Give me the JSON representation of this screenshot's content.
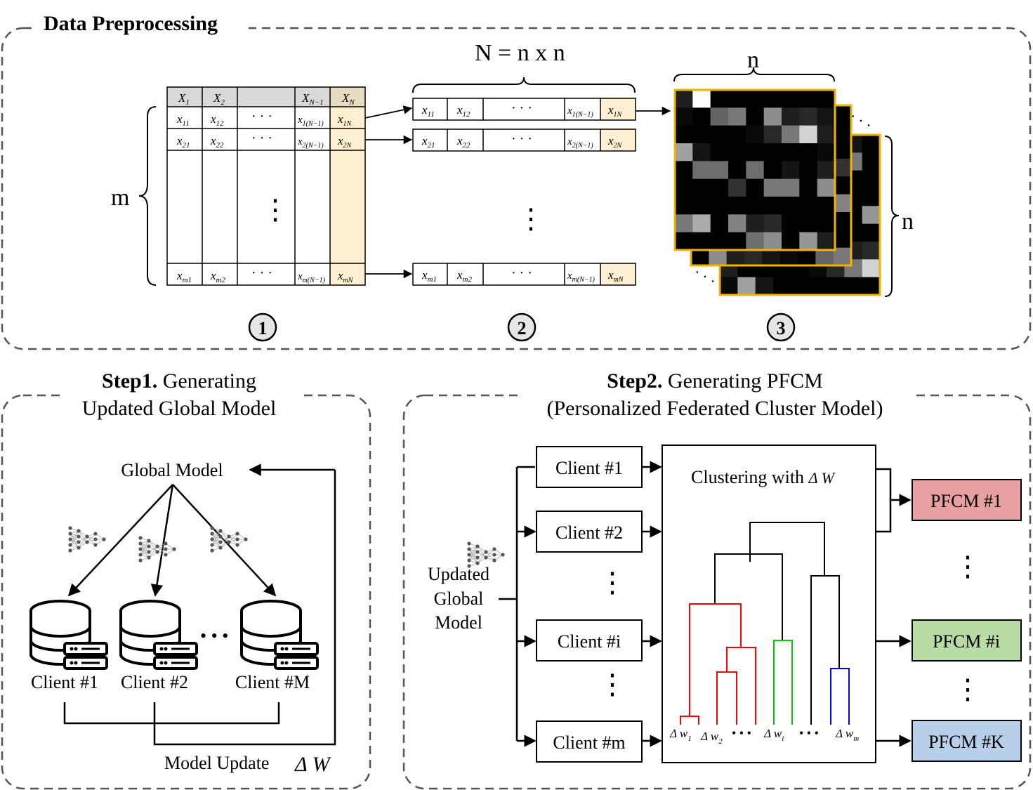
{
  "preprocessing": {
    "title": "Data Preprocessing",
    "formula": "N = n x n",
    "m_label": "m",
    "n_label_top": "n",
    "n_label_side": "n",
    "step_numbers": [
      "1",
      "2",
      "3"
    ],
    "ellipsis_h": "· · ·",
    "ellipsis_v": "⋮",
    "table_headers": [
      {
        "base": "X",
        "sub": "1"
      },
      {
        "base": "X",
        "sub": "2"
      },
      {
        "base": "",
        "sub": ""
      },
      {
        "base": "X",
        "sub": "N−1"
      },
      {
        "base": "X",
        "sub": "N"
      }
    ],
    "rows": [
      [
        {
          "base": "x",
          "sub": "11"
        },
        {
          "base": "x",
          "sub": "12"
        },
        {
          "base": "x",
          "sub": "1(N−1)"
        },
        {
          "base": "x",
          "sub": "1N"
        }
      ],
      [
        {
          "base": "x",
          "sub": "21"
        },
        {
          "base": "x",
          "sub": "22"
        },
        {
          "base": "x",
          "sub": "2(N−1)"
        },
        {
          "base": "x",
          "sub": "2N"
        }
      ],
      [
        {
          "base": "x",
          "sub": "m1"
        },
        {
          "base": "x",
          "sub": "m2"
        },
        {
          "base": "x",
          "sub": "m(N−1)"
        },
        {
          "base": "x",
          "sub": "mN"
        }
      ]
    ],
    "colors": {
      "header_gray": "#d9d9d9",
      "header_tan": "#e6dcc2",
      "highlight": "#fdf0d2",
      "matrix_border": "#f0b400"
    },
    "matrix_gray_levels": [
      [
        30,
        255,
        0,
        0,
        0,
        0,
        0,
        0,
        0
      ],
      [
        10,
        0,
        100,
        120,
        0,
        140,
        30,
        40,
        20
      ],
      [
        0,
        0,
        0,
        0,
        10,
        40,
        120,
        210,
        30
      ],
      [
        160,
        20,
        0,
        0,
        0,
        0,
        0,
        0,
        10
      ],
      [
        0,
        110,
        110,
        0,
        110,
        0,
        20,
        0,
        30
      ],
      [
        0,
        0,
        0,
        50,
        0,
        120,
        120,
        0,
        140
      ],
      [
        0,
        0,
        0,
        0,
        0,
        0,
        0,
        0,
        0
      ],
      [
        120,
        170,
        0,
        130,
        30,
        40,
        0,
        0,
        0
      ],
      [
        0,
        0,
        0,
        0,
        110,
        140,
        0,
        150,
        30
      ]
    ]
  },
  "step1": {
    "title_bold": "Step1.",
    "title_rest": "Generating",
    "title_line2": "Updated Global Model",
    "global_model": "Global Model",
    "clients": [
      "Client #1",
      "Client #2",
      "Client #M"
    ],
    "dots": "• • •",
    "model_update": "Model Update",
    "delta_w": "Δ W"
  },
  "step2": {
    "title_bold": "Step2.",
    "title_rest": "Generating PFCM",
    "title_line2": "(Personalized Federated Cluster Model)",
    "updated_global_model": [
      "Updated",
      "Global",
      "Model"
    ],
    "clients": [
      "Client #1",
      "Client #2",
      "Client #i",
      "Client #m"
    ],
    "vdots": "⋮",
    "clustering_label": "Clustering with",
    "clustering_delta": "Δ W",
    "leaf_labels": [
      {
        "base": "Δ w",
        "sub": "1"
      },
      {
        "base": "Δ w",
        "sub": "2"
      },
      {
        "base": "Δ w",
        "sub": "i"
      },
      {
        "base": "Δ w",
        "sub": "m"
      }
    ],
    "leaf_dots": "• • •",
    "pfcm": [
      {
        "label": "PFCM #1",
        "color": "#e8a0a0"
      },
      {
        "label": "PFCM #i",
        "color": "#b9dba4"
      },
      {
        "label": "PFCM #K",
        "color": "#b7cfe8"
      }
    ],
    "dendro_colors": {
      "red": "#ff0000",
      "green": "#00cc00",
      "blue": "#0000ff",
      "black": "#000000"
    }
  }
}
